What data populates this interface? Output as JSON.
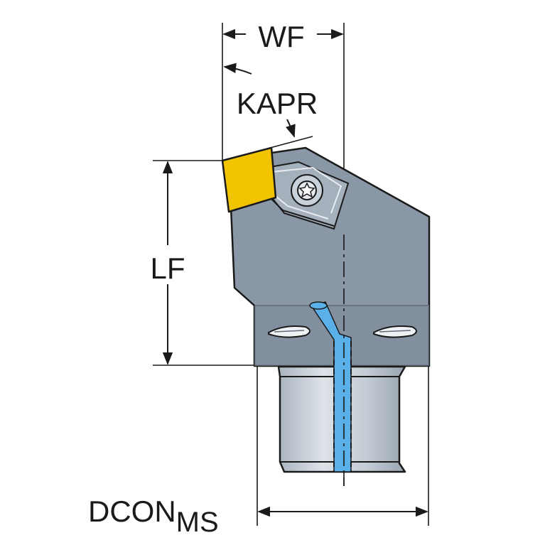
{
  "labels": {
    "wf": "WF",
    "kapr": "KAPR",
    "lf": "LF",
    "dcon": "DCON",
    "dcon_sub": "MS"
  },
  "colors": {
    "body": "#8a97a6",
    "body_dark": "#6f7c8b",
    "insert": "#f2c400",
    "coolant": "#5ab0e8",
    "shank_light": "#d7dde4",
    "shank_mid": "#b8c1cb",
    "line": "#1a1a1a"
  }
}
